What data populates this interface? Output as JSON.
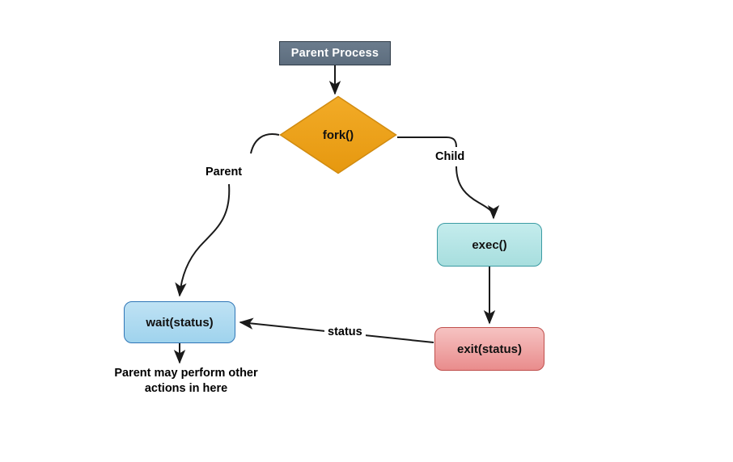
{
  "diagram": {
    "title": "fork-exec-wait process flowchart",
    "nodes": {
      "parent_process": {
        "label": "Parent Process",
        "shape": "rectangle",
        "fill": "#5d6d7e",
        "stroke": "#2f3b47",
        "text_color": "#ffffff"
      },
      "fork": {
        "label": "fork()",
        "shape": "diamond",
        "fill": "#eda01a",
        "stroke": "#d18b10",
        "text_color": "#111111"
      },
      "exec": {
        "label": "exec()",
        "shape": "rounded-rectangle",
        "fill": "#b3e5e5",
        "stroke": "#3b9ba3",
        "text_color": "#111111"
      },
      "exit": {
        "label": "exit(status)",
        "shape": "rounded-rectangle",
        "fill": "#ef9e9d",
        "stroke": "#c0504d",
        "text_color": "#111111"
      },
      "wait": {
        "label": "wait(status)",
        "shape": "rounded-rectangle",
        "fill": "#aedcf0",
        "stroke": "#2e75b6",
        "text_color": "#111111"
      }
    },
    "edge_labels": {
      "parent_branch": "Parent",
      "child_branch": "Child",
      "status_return": "status"
    },
    "notes": {
      "parent_actions_line1": "Parent may perform other",
      "parent_actions_line2": "actions in here"
    },
    "edges": [
      {
        "from": "parent_process",
        "to": "fork",
        "style": "straight-arrow",
        "label": ""
      },
      {
        "from": "fork",
        "to": "wait",
        "style": "curved-arrow",
        "label": "Parent"
      },
      {
        "from": "fork",
        "to": "exec",
        "style": "curved-arrow",
        "label": "Child"
      },
      {
        "from": "exec",
        "to": "exit",
        "style": "straight-arrow",
        "label": ""
      },
      {
        "from": "exit",
        "to": "wait",
        "style": "straight-arrow",
        "label": "status"
      },
      {
        "from": "wait",
        "to": "parent_actions_note",
        "style": "straight-arrow",
        "label": ""
      }
    ],
    "colors": {
      "background": "#ffffff",
      "edge_stroke": "#1a1a1a",
      "accent_orange": "#eda01a",
      "accent_cyan": "#b3e5e5",
      "accent_red": "#ef9e9d",
      "accent_blue": "#aedcf0",
      "accent_slate": "#5d6d7e"
    }
  }
}
